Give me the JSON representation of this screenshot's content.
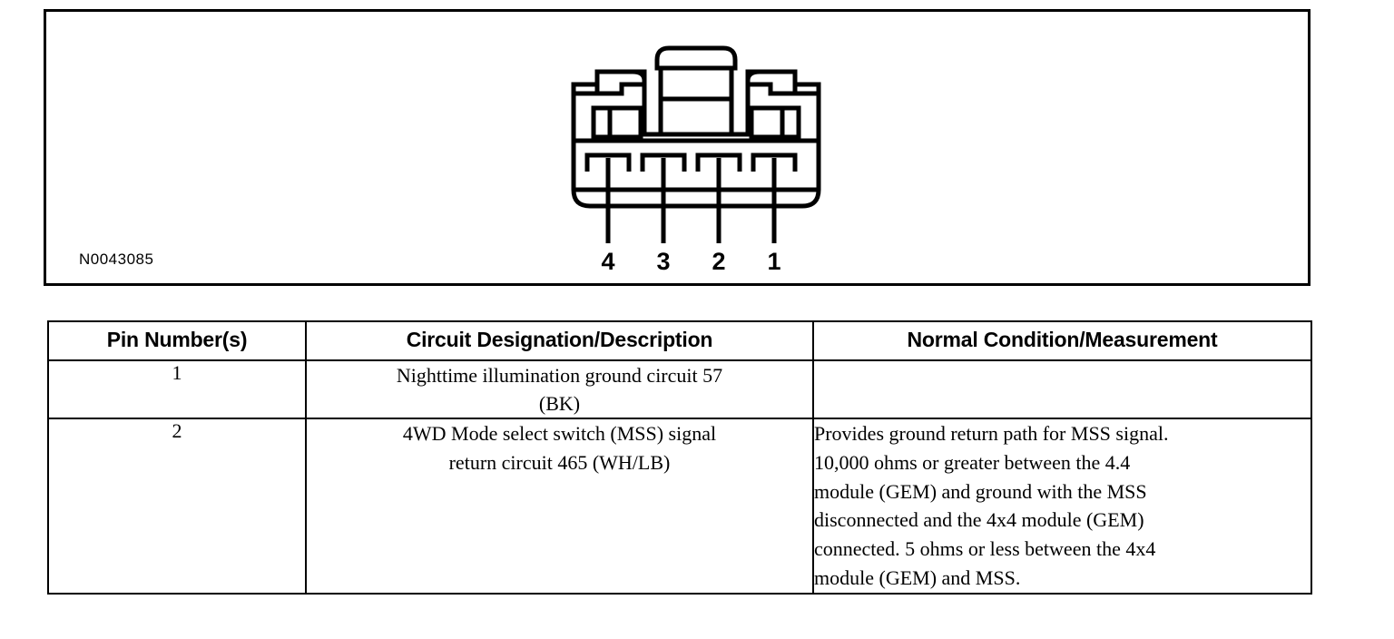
{
  "diagram": {
    "figure_id": "N0043085",
    "connector_name": "4wd-mode-select-switch-connector",
    "pin_labels": [
      "4",
      "3",
      "2",
      "1"
    ],
    "terminal_count": 4,
    "line_color": "#000000",
    "background_color": "#ffffff"
  },
  "table": {
    "headers": [
      "Pin Number(s)",
      "Circuit Designation/Description",
      "Normal Condition/Measurement"
    ],
    "rows": [
      {
        "pin": "1",
        "description_lines": [
          "Nighttime illumination ground circuit 57",
          "(BK)"
        ],
        "condition_lines": []
      },
      {
        "pin": "2",
        "description_lines": [
          "4WD Mode select switch (MSS) signal",
          "return circuit 465 (WH/LB)"
        ],
        "condition_lines": [
          "Provides ground return path for MSS signal.",
          "10,000 ohms or greater between the 4.4",
          "module (GEM) and ground with the MSS",
          "disconnected and the 4x4 module (GEM)",
          "connected. 5 ohms or less between the 4x4",
          "module (GEM) and MSS."
        ]
      }
    ]
  }
}
